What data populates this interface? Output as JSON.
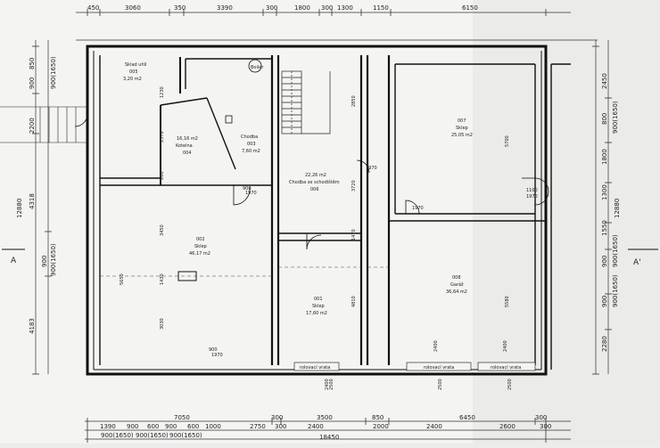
{
  "top_dims": [
    "450",
    "3060",
    "350",
    "3390",
    "300",
    "1800",
    "300",
    "1300",
    "1150",
    "6150"
  ],
  "bottom_dims_row1": [
    "7050",
    "300",
    "3500",
    "850",
    "6450",
    "300"
  ],
  "bottom_dims_row2": [
    "1390",
    "900",
    "600",
    "900",
    "600",
    "1000",
    "2750",
    "300",
    "2400",
    "2000",
    "2400",
    "2600",
    "300"
  ],
  "bottom_dims_row3": [
    "900(1650)",
    "900(1650)",
    "900(1650)"
  ],
  "total_width": "18450",
  "left_dims": [
    "850",
    "900",
    "900(1650)",
    "2200",
    "4318",
    "12880",
    "900",
    "900(1650)",
    "4183"
  ],
  "right_dims": [
    "2450",
    "800",
    "900(1650)",
    "1800",
    "1300",
    "12880",
    "1550",
    "900",
    "900(1650)",
    "900",
    "900(1650)",
    "2280"
  ],
  "interior_dims": [
    "1230",
    "2578",
    "200",
    "3450",
    "1430",
    "3030",
    "2850",
    "3720",
    "1470",
    "4810",
    "5700",
    "1100",
    "5580",
    "5650",
    "1970",
    "1970",
    "1970",
    "1970",
    "900",
    "1970",
    "900",
    "2400",
    "2400",
    "2400",
    "2500",
    "2500",
    "2500"
  ],
  "rooms": [
    {
      "num": "Sklad uhlí",
      "name": "005",
      "area": "3,20 m2"
    },
    {
      "num": "16,16 m2",
      "name": "Kotelna",
      "area": "004"
    },
    {
      "num": "Chodba",
      "name": "003",
      "area": "7,60 m2"
    },
    {
      "num": "22,26 m2",
      "name": "Chodba se schodištěm",
      "area": "006"
    },
    {
      "num": "007",
      "name": "Sklep",
      "area": "25,05 m2"
    },
    {
      "num": "002",
      "name": "Sklep",
      "area": "46,17 m2"
    },
    {
      "num": "001",
      "name": "Sklep",
      "area": "17,60 m2"
    },
    {
      "num": "008",
      "name": "Garáž",
      "area": "36,64 m2"
    }
  ],
  "boiler_label": "Boiler",
  "gates": [
    "rolovací vrata",
    "rolovací vrata",
    "rolovací vrata"
  ],
  "section_marks": [
    "A",
    "A'"
  ]
}
